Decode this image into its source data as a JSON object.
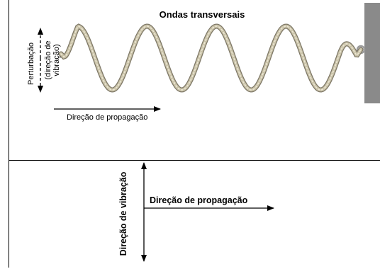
{
  "top_panel": {
    "title": "Ondas transversais",
    "disturbance_label": "Perturbação",
    "vibration_note_line1": "(direção de",
    "vibration_note_line2": "vibração)",
    "propagation_label": "Direção de propagação"
  },
  "bottom_panel": {
    "vibration_label": "Direção de vibração",
    "propagation_label": "Direção de propagação"
  },
  "colors": {
    "rope": "#c9c2a8",
    "rope_edge": "#7d7766",
    "wall": "#8a8a8a",
    "ink": "#000000"
  }
}
